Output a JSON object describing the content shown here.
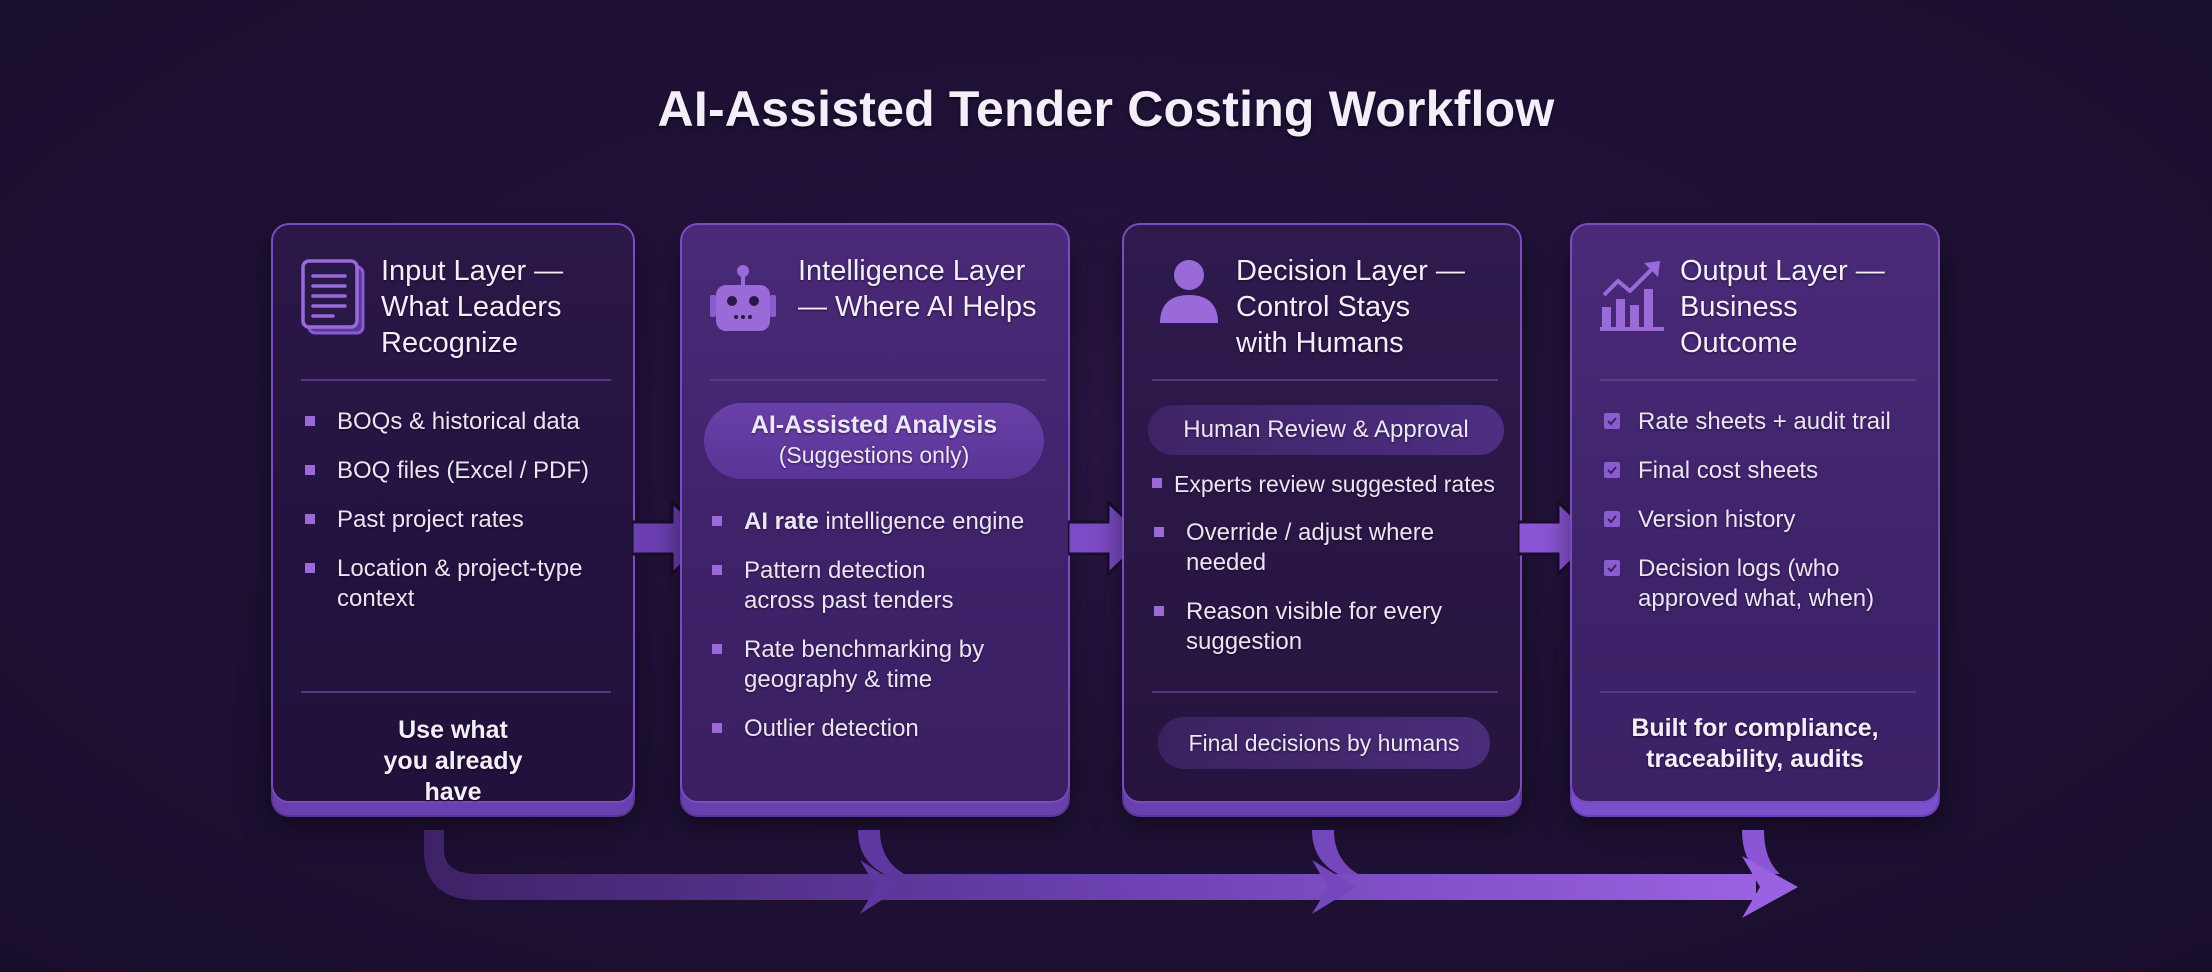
{
  "title": "AI-Assisted Tender Costing Workflow",
  "colors": {
    "background": "#1f1136",
    "accent": "#8a5ccf",
    "card_border": "#7a4cc0",
    "text": "#f1ecf8"
  },
  "cards": [
    {
      "icon": "document-icon",
      "title": "Input Layer —\nWhat Leaders\nRecognize",
      "bullets": [
        "BOQs & historical data",
        "BOQ files (Excel / PDF)",
        "Past project rates",
        "Location & project-type context"
      ],
      "footer": "Use what you already have"
    },
    {
      "icon": "robot-icon",
      "title": "Intelligence Layer\n— Where AI Helps",
      "pill_title": "AI-Assisted Analysis",
      "pill_subtitle": "(Suggestions only)",
      "bullets": [
        {
          "bold": "AI rate",
          "rest": " intelligence engine"
        },
        "Pattern detection across past tenders",
        "Rate benchmarking by geography & time",
        "Outlier detection"
      ]
    },
    {
      "icon": "person-icon",
      "title": "Decision Layer —\nControl Stays\nwith Humans",
      "pill_title": "Human Review & Approval",
      "bullets": [
        "Experts review suggested rates",
        "Override / adjust where needed",
        "Reason visible for every suggestion"
      ],
      "footer_pill": "Final decisions by humans"
    },
    {
      "icon": "growth-chart-icon",
      "title": "Output Layer —\nBusiness\nOutcome",
      "checklist": [
        "Rate sheets + audit trail",
        "Final cost sheets",
        "Version history",
        "Decision logs (who approved what, when)"
      ],
      "footer": "Built for compliance, traceability, audits"
    }
  ]
}
